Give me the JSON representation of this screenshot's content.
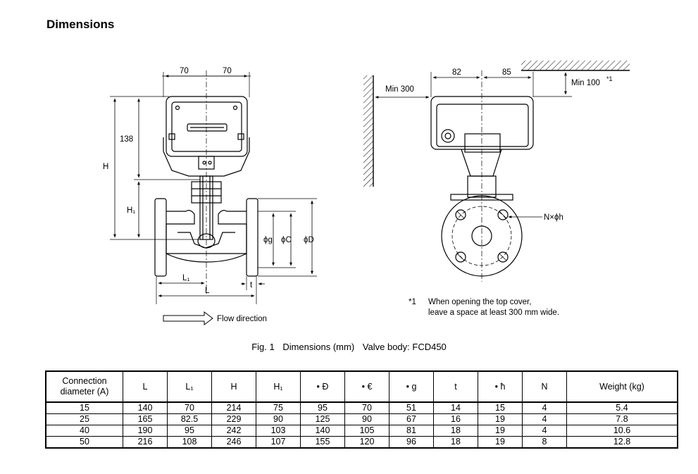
{
  "page": {
    "title": "Dimensions"
  },
  "figure": {
    "left_view": {
      "dim_top_left": "70",
      "dim_top_right": "70",
      "dim_138": "138",
      "dim_H": "H",
      "dim_H1": "H₁",
      "dim_g": "ϕg",
      "dim_C": "ϕC",
      "dim_D": "ϕD",
      "dim_L1": "L₁",
      "dim_L": "L",
      "dim_t": "t",
      "flow_label": "Flow direction"
    },
    "right_view": {
      "dim_82": "82",
      "dim_85": "85",
      "min_300": "Min 300",
      "min_100": "Min 100",
      "min_100_mark": "*1",
      "bolt_label": "N×ϕh"
    },
    "note": {
      "marker": "*1",
      "line1": "When opening the top cover,",
      "line2": "leave a space at least 300 mm wide."
    }
  },
  "caption": {
    "fig": "Fig. 1",
    "text": "Dimensions (mm)",
    "body": "Valve body: FCD450"
  },
  "table": {
    "headers": [
      "Connection\ndiameter (A)",
      "L",
      "L₁",
      "H",
      "H₁",
      "• Ð",
      "• €",
      "• g",
      "t",
      "• ħ",
      "N",
      "Weight (kg)"
    ],
    "rows": [
      [
        "15",
        "140",
        "70",
        "214",
        "75",
        "95",
        "70",
        "51",
        "14",
        "15",
        "4",
        "5.4"
      ],
      [
        "25",
        "165",
        "82.5",
        "229",
        "90",
        "125",
        "90",
        "67",
        "16",
        "19",
        "4",
        "7.8"
      ],
      [
        "40",
        "190",
        "95",
        "242",
        "103",
        "140",
        "105",
        "81",
        "18",
        "19",
        "4",
        "10.6"
      ],
      [
        "50",
        "216",
        "108",
        "246",
        "107",
        "155",
        "120",
        "96",
        "18",
        "19",
        "8",
        "12.8"
      ]
    ]
  }
}
